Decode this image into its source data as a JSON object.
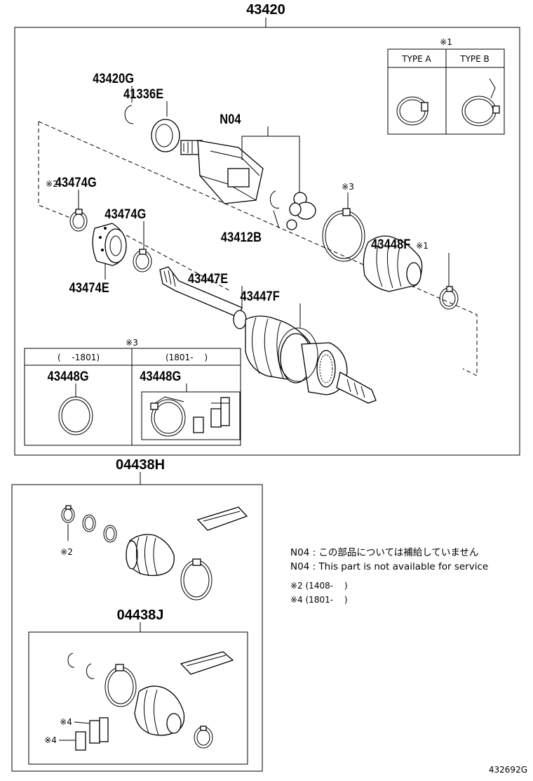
{
  "main_assembly": {
    "part_number": "43420"
  },
  "callouts": {
    "snap_ring_outer": "43420G",
    "dust_seal": "41336E",
    "not_serviced": "N04",
    "clip_inner_prefix": "※2",
    "clip_inner": "43474G",
    "clip_mid": "43474G",
    "damper": "43474E",
    "snap_ring_inner": "43412B",
    "boot_mark": "※3",
    "boot_clamp_prefix": "※1",
    "boot_clamp": "43448F",
    "boot_inner": "43447E",
    "boot_outer": "43447F"
  },
  "type_box": {
    "mark": "※1",
    "type_a": "TYPE A",
    "type_b": "TYPE B"
  },
  "clamp_box": {
    "mark": "※3",
    "left_range": "(　 -1801)",
    "left_part": "43448G",
    "right_range": "(1801-　 )",
    "right_part": "43448G"
  },
  "kit_h": {
    "part_number": "04438H",
    "mark": "※2"
  },
  "kit_j": {
    "part_number": "04438J",
    "mark_a": "※4",
    "mark_b": "※4"
  },
  "notes": {
    "n04_jp": "N04 : この部品については補給していません",
    "n04_en": "N04 : This part is not available for service",
    "note2": "※2 (1408-　 )",
    "note4": "※4 (1801-　 )"
  },
  "footer": {
    "drawing_number": "432692G"
  }
}
